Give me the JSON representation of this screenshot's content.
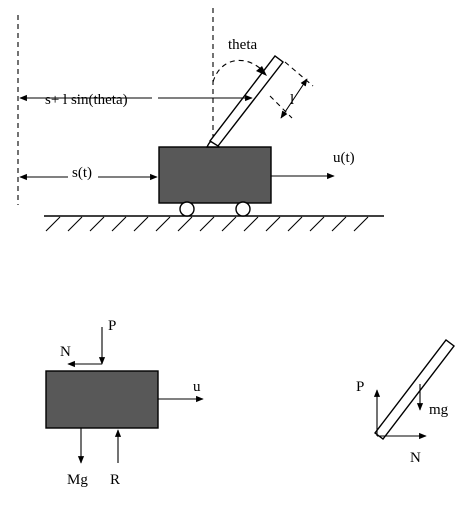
{
  "colors": {
    "cart_fill": "#585858",
    "ink": "#000000",
    "background": "#ffffff"
  },
  "labels": {
    "theta": "theta",
    "rod_length": "l",
    "position_rod_top": "s+ l sin(theta)",
    "position_cart": "s(t)",
    "input_force": "u(t)"
  },
  "free_body_cart": {
    "P": "P",
    "N": "N",
    "u": "u",
    "Mg": "Mg",
    "R": "R"
  },
  "free_body_rod": {
    "P": "P",
    "mg": "mg",
    "N": "N"
  }
}
